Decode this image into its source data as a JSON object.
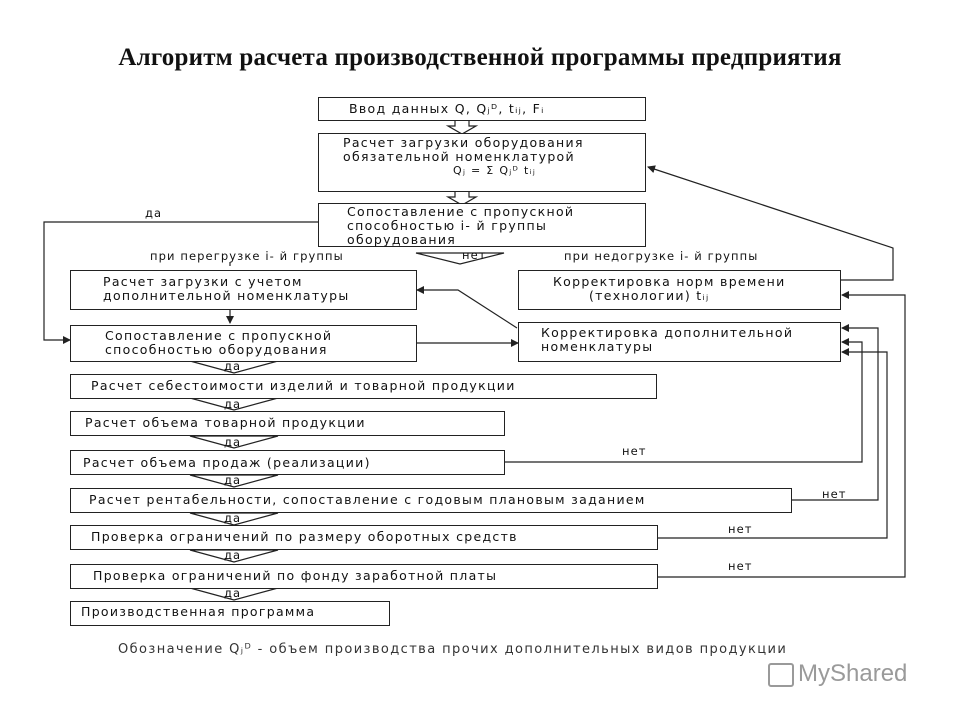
{
  "title": "Алгоритм расчета производственной программы предприятия",
  "boxes": {
    "input": "Ввод данных Q, Qⱼᴰ, tᵢⱼ, Fᵢ",
    "load_mandatory_1": "Расчет загрузки оборудования",
    "load_mandatory_2": "обязательной номенклатурой",
    "formula": "Qⱼ = Σ Qⱼᴰ tᵢⱼ",
    "compare_group_1": "Сопоставление с пропускной",
    "compare_group_2": "способностью i- й группы",
    "compare_group_3": "оборудования",
    "load_additional_1": "Расчет загрузки с учетом",
    "load_additional_2": "дополнительной номенклатуры",
    "correct_norms_1": "Корректировка норм времени",
    "correct_norms_2": "(технологии) tᵢⱼ",
    "compare_equipment_1": "Сопоставление с пропускной",
    "compare_equipment_2": "способностью оборудования",
    "correct_additional_1": "Корректировка дополнительной",
    "correct_additional_2": "номенклатуры",
    "cost": "Расчет себестоимости изделий и товарной продукции",
    "volume": "Расчет объема товарной продукции",
    "sales": "Расчет объема продаж (реализации)",
    "profitability": "Расчет рентабельности, сопоставление с годовым плановым заданием",
    "working_capital": "Проверка ограничений по размеру оборотных средств",
    "wage_fund": "Проверка ограничений по фонду заработной платы",
    "program": "Производственная программа"
  },
  "labels": {
    "yes": "да",
    "no": "нет",
    "overload": "при перегрузке i- й группы",
    "underload": "при недогрузке i- й группы"
  },
  "note": "Обозначение Qⱼᴰ - объем производства прочих дополнительных видов продукции",
  "watermark": "MyShared"
}
